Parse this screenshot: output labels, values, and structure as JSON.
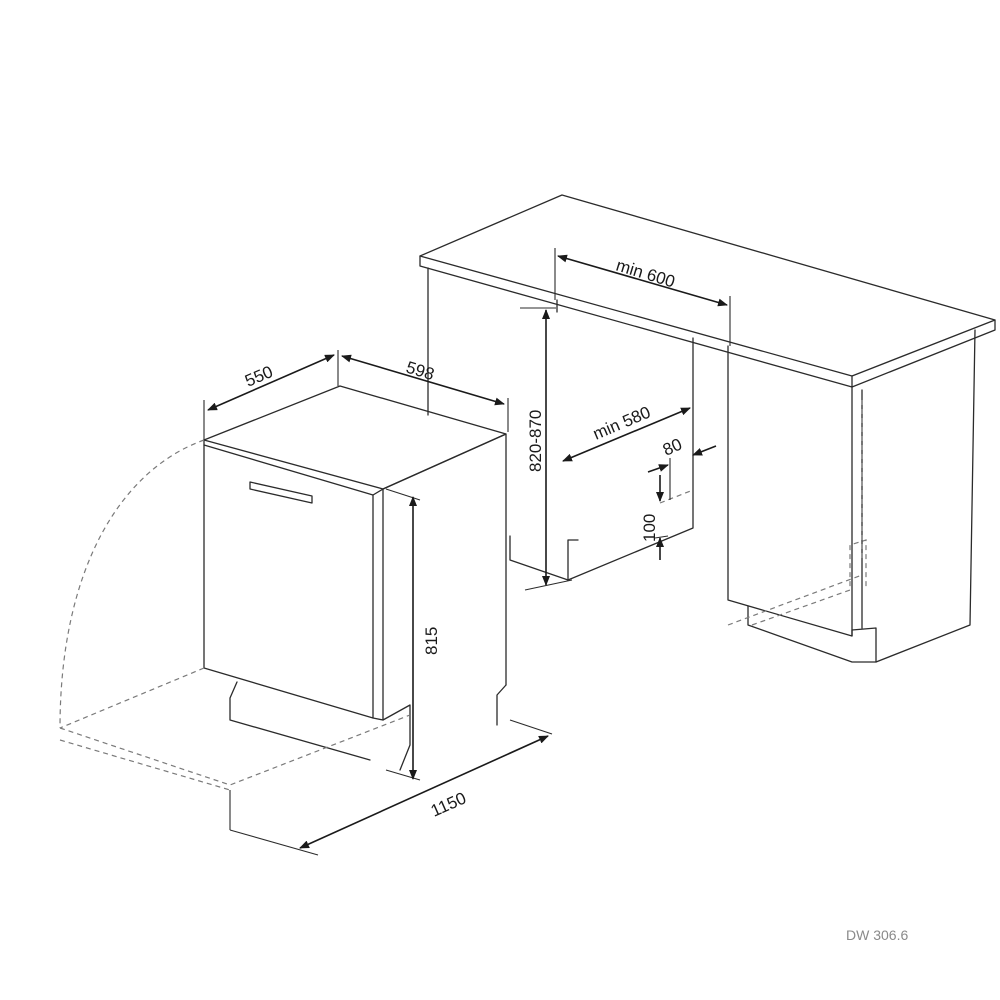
{
  "dimensions": {
    "depth": "550",
    "width": "598",
    "height": "815",
    "door_swing": "1150",
    "niche_width": "min 600",
    "niche_height": "820-870",
    "niche_depth": "min 580",
    "plinth_depth": "80",
    "plinth_height": "100"
  },
  "model_code": "DW 306.6"
}
